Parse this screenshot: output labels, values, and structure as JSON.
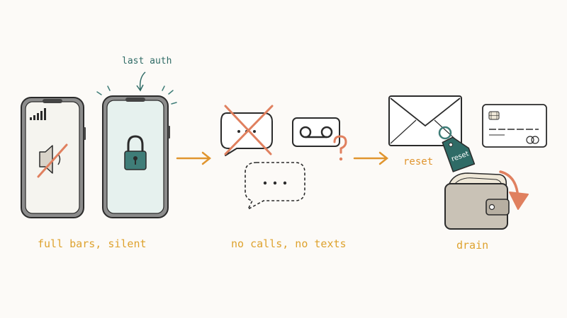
{
  "colors": {
    "background": "#fcfaf7",
    "ink": "#2b2b2b",
    "teal": "#3f7d78",
    "teal_dark": "#2f6b66",
    "orange": "#e0952f",
    "coral": "#e0805f",
    "screen_light": "#f5f4ef",
    "screen_active": "#e6f1ee",
    "phone_frame": "#8c8c8c",
    "wallet": "#c9c2b6"
  },
  "icons": {
    "phone_1": "smartphone-icon",
    "signal": "signal-bars-icon",
    "muted": "speaker-muted-icon",
    "phone_2": "smartphone-icon",
    "lock": "padlock-icon",
    "no_chat": "chat-bubble-crossed-icon",
    "voicemail": "voicemail-icon",
    "question": "question-mark-icon",
    "typing": "typing-bubble-icon",
    "email": "envelope-icon",
    "tag": "reset-tag-icon",
    "card": "credit-card-icon",
    "wallet": "wallet-icon",
    "down_arrow": "curved-down-arrow-icon"
  },
  "labels": {
    "last_auth": "last auth",
    "reset": "reset",
    "tag": "reset"
  },
  "captions": {
    "step1": "full bars, silent",
    "step2": "no calls, no texts",
    "step3": "drain"
  }
}
